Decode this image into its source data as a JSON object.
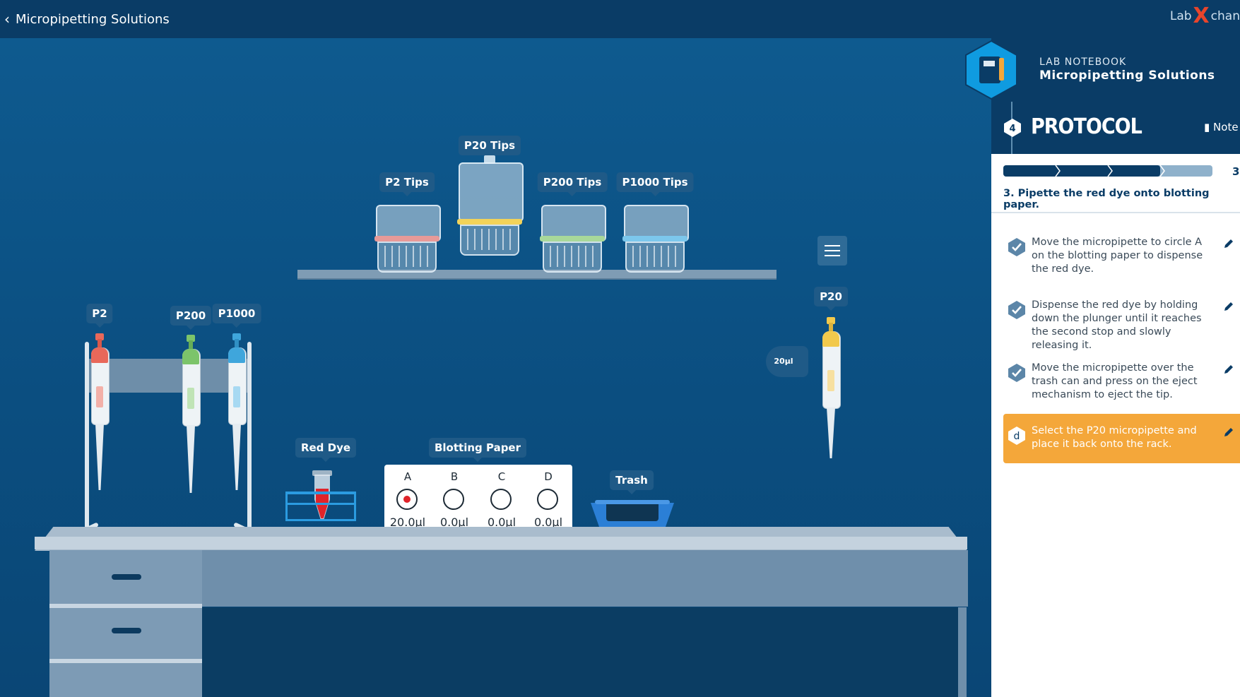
{
  "topbar": {
    "back_label": "Micropipetting Solutions",
    "brand_left": "Lab",
    "brand_x": "X",
    "brand_right": "chan"
  },
  "colors": {
    "accent_blue": "#0a3c66",
    "scene_blue": "#0c4f82",
    "active_step": "#f4a73a",
    "p2": "#e8685a",
    "p20": "#f2c94c",
    "p200": "#7cc46a",
    "p1000": "#3fa6dc",
    "red_dye": "#e0242a"
  },
  "tip_shelf": {
    "labels": [
      "P2 Tips",
      "P20 Tips",
      "P200 Tips",
      "P1000 Tips"
    ]
  },
  "menu_button": {
    "icon": "hamburger-icon"
  },
  "rack": {
    "labels": [
      "P2",
      "P200",
      "P1000"
    ]
  },
  "held_pipette": {
    "label": "P20",
    "volume_bubble": "20µl"
  },
  "bench": {
    "red_dye": "Red Dye",
    "blotting_paper": "Blotting Paper",
    "trash": "Trash"
  },
  "blotting": {
    "circles": [
      {
        "letter": "A",
        "volume": "20.0µl",
        "filled": true
      },
      {
        "letter": "B",
        "volume": "0.0µl",
        "filled": false
      },
      {
        "letter": "C",
        "volume": "0.0µl",
        "filled": false
      },
      {
        "letter": "D",
        "volume": "0.0µl",
        "filled": false
      }
    ]
  },
  "notebook": {
    "kicker": "LAB NOTEBOOK",
    "title": "Micropipetting Solutions",
    "icon": "notebook-icon"
  },
  "protocol": {
    "number": "4",
    "title": "PROTOCOL",
    "notes_label": "Note",
    "progress": {
      "segments_done": 3,
      "segments_total": 4
    },
    "step_count": "3",
    "step_title": "3. Pipette the red dye onto blotting paper.",
    "tasks": [
      {
        "text": "Move the micropipette to circle A on the blotting paper to dispense the red dye.",
        "done": true
      },
      {
        "text": "Dispense the red dye by holding down the plunger until it reaches the second stop and slowly releasing it.",
        "done": true
      },
      {
        "text": "Move the micropipette over the trash can and press on the eject mechanism to eject the tip.",
        "done": true
      },
      {
        "letter": "d",
        "text": "Select the P20 micropipette and place it back onto the rack.",
        "done": false
      }
    ]
  }
}
